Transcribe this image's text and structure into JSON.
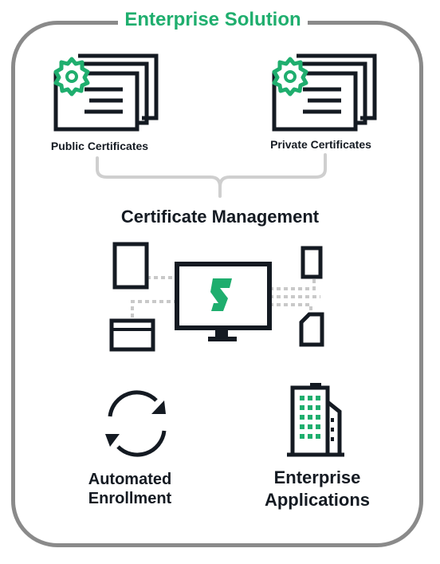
{
  "title": "Enterprise Solution",
  "public_certificates_label": "Public Certificates",
  "private_certificates_label": "Private Certificates",
  "management_label": "Certificate Management",
  "automated_enrollment_label": [
    "Automated",
    "Enrollment"
  ],
  "enterprise_applications_label": [
    "Enterprise",
    "Applications"
  ],
  "colors": {
    "accent": "#1fae6e",
    "ink": "#141a22",
    "frame": "#8a8a8a",
    "bracket": "#cfcfcf",
    "dots": "#c9c9c9"
  },
  "icons": {
    "public_certificates": "certificate-stack-icon",
    "private_certificates": "certificate-stack-icon",
    "monitor": "monitor-icon",
    "tablet": "tablet-icon",
    "phone": "phone-icon",
    "browser": "browser-window-icon",
    "document": "document-icon",
    "sync": "sync-arrows-icon",
    "building": "office-building-icon"
  }
}
